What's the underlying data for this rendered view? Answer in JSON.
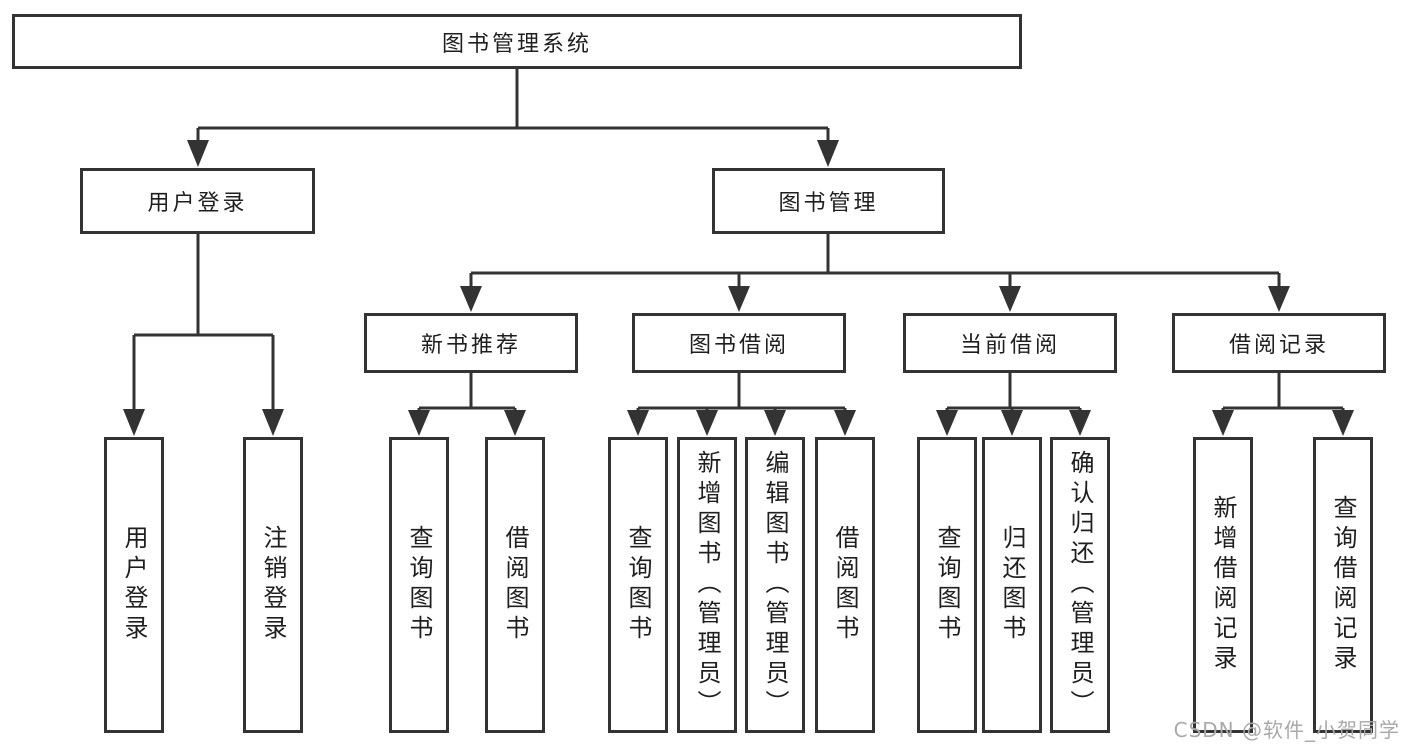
{
  "diagram": {
    "root": "图书管理系统",
    "level2": {
      "user_login": "用户登录",
      "book_mgmt": "图书管理"
    },
    "level3": {
      "new_book_rec": "新书推荐",
      "book_borrow": "图书借阅",
      "current_borrow": "当前借阅",
      "borrow_record": "借阅记录"
    },
    "leaves": {
      "user_login": "用户登录",
      "logout": "注销登录",
      "rec_query_book": "查询图书",
      "rec_borrow_book": "借阅图书",
      "bb_query_book": "查询图书",
      "bb_add_book": "新增图书（管理员）",
      "bb_edit_book": "编辑图书（管理员）",
      "bb_borrow_book": "借阅图书",
      "cb_query_book": "查询图书",
      "cb_return_book": "归还图书",
      "cb_confirm_return": "确认归还（管理员）",
      "br_add_record": "新增借阅记录",
      "br_query_record": "查询借阅记录"
    },
    "watermark": "CSDN @软件_小贺同学",
    "colors": {
      "line": "#333333",
      "text": "#1f1f1f",
      "background": "#ffffff",
      "watermark": "#a9a9a9"
    }
  }
}
